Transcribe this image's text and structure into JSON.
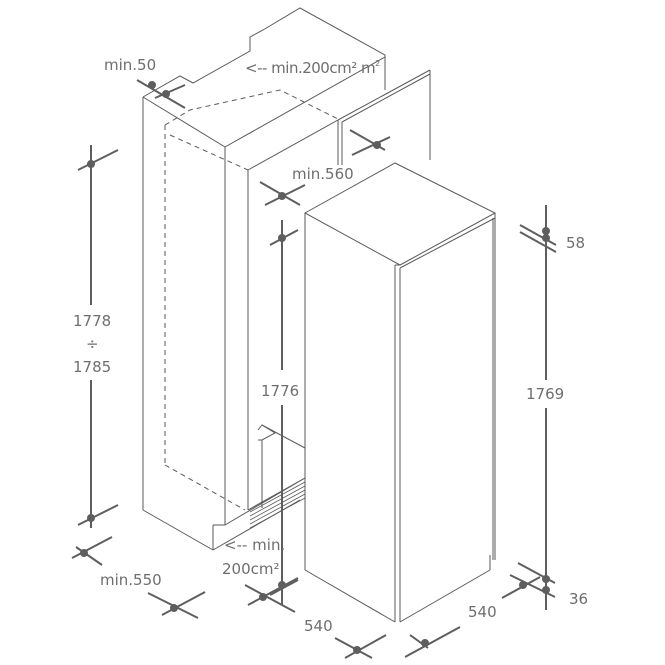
{
  "diagram": {
    "subject": "Built-in refrigerator installation dimensions (mm)",
    "colors": {
      "outline": "#5a5a5a",
      "dimension_line": "#5e5e5e",
      "label_text": "#6e6e6e",
      "background": "#ffffff"
    },
    "labels": {
      "top_clearance": "min.50",
      "top_vent": "<-- min.200cm²",
      "top_vent_unit": "m",
      "top_vent_unit_sup": "2",
      "niche_width": "min.560",
      "niche_height_top": "1778",
      "niche_height_sep": "÷",
      "niche_height_bottom": "1785",
      "cabinet_inner_height": "1776",
      "appliance_height": "1769",
      "top_offset": "58",
      "bottom_offset": "36",
      "bottom_vent_line1": "<-- min.",
      "bottom_vent_line2": "200cm²",
      "niche_depth": "min.550",
      "appliance_width": "540",
      "appliance_depth": "540"
    }
  }
}
